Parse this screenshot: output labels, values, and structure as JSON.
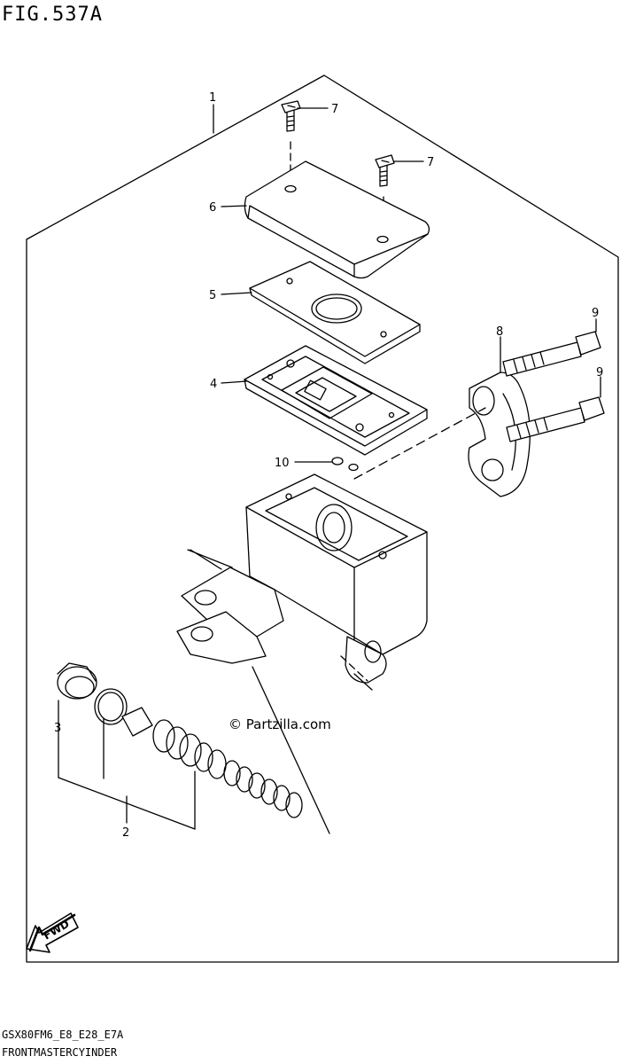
{
  "figure_title": "FIG.537A",
  "watermark": "© Partzilla.com",
  "fwd_label": "FWD",
  "callouts": {
    "c1": "1",
    "c2": "2",
    "c3": "3",
    "c4": "4",
    "c5": "5",
    "c6": "6",
    "c7a": "7",
    "c7b": "7",
    "c8": "8",
    "c9a": "9",
    "c9b": "9",
    "c10": "10"
  },
  "footer": {
    "model_code": "GSX80FM6_E8_E28_E7A",
    "part_group": "FRONTMASTERCYINDER"
  }
}
